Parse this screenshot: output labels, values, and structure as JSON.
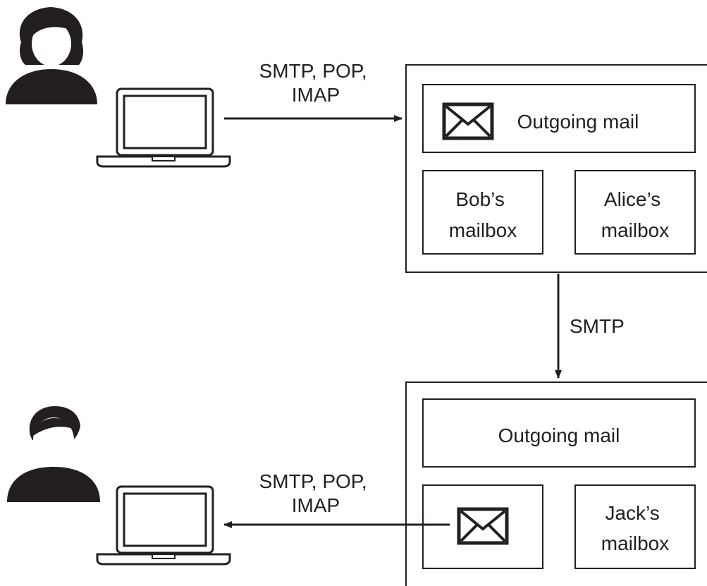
{
  "colors": {
    "ink": "#231f20",
    "background": "#ffffff"
  },
  "top": {
    "sender_icon": "woman-user-icon",
    "laptop_icon": "laptop-icon",
    "protocol_label_line1": "SMTP, POP,",
    "protocol_label_line2": "IMAP",
    "server": {
      "outgoing_label": "Outgoing mail",
      "envelope_icon": "envelope-icon",
      "mailboxes": [
        {
          "line1": "Bob’s",
          "line2": "mailbox"
        },
        {
          "line1": "Alice’s",
          "line2": "mailbox"
        }
      ]
    }
  },
  "transfer": {
    "label": "SMTP"
  },
  "bottom": {
    "recipient_icon": "man-user-icon",
    "laptop_icon": "laptop-icon",
    "protocol_label_line1": "SMTP, POP,",
    "protocol_label_line2": "IMAP",
    "server": {
      "outgoing_label": "Outgoing mail",
      "envelope_icon": "envelope-icon",
      "mailboxes": [
        {
          "line1": "Jack’s",
          "line2": "mailbox"
        }
      ]
    }
  }
}
